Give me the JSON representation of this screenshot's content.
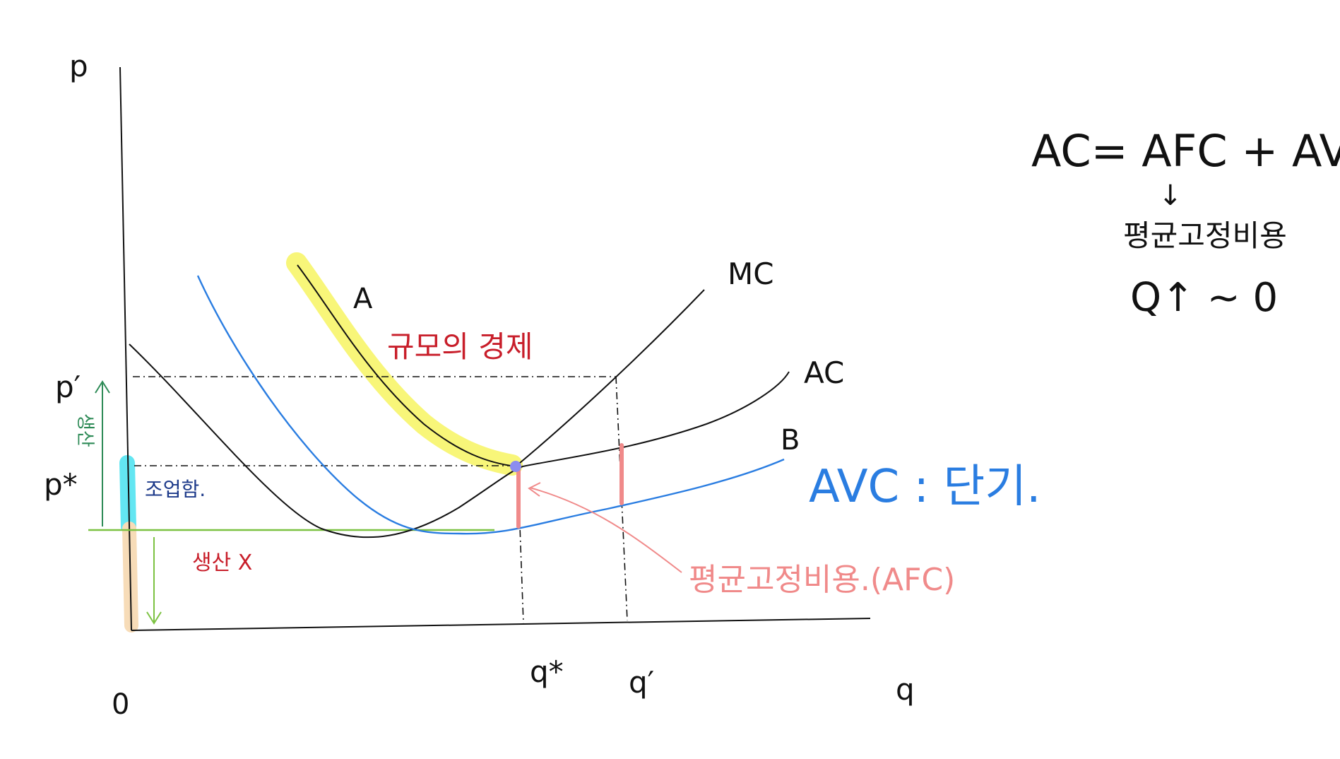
{
  "axes": {
    "y_label": "p",
    "x_label": "q",
    "origin": "0",
    "price_high": "p′",
    "price_star": "p*",
    "qty_star": "q*",
    "qty_high": "q′"
  },
  "curves": {
    "mc": "MC",
    "ac": "AC",
    "avc_point": "B",
    "ac_point": "A"
  },
  "annotations": {
    "economies_of_scale": "규모의 경제",
    "avc_note": "AVC : 단기.",
    "produce": "생산",
    "operate": "조업함.",
    "no_produce": "생산 X",
    "afc_note": "평균고정비용.(AFC)"
  },
  "formula": {
    "equation": "AC= AFC + AVC",
    "arrow": "↓",
    "afc_korean": "평균고정비용",
    "limit": "Q↑ ~ 0"
  },
  "colors": {
    "axis": "#111111",
    "avc": "#2a7de1",
    "highlight_yellow": "#f7f56a",
    "red_text": "#c81e2a",
    "pink": "#f08a8a",
    "green": "#7cc242",
    "dark_green": "#2e8b57",
    "cyan": "#63e6f2",
    "beige": "#f7dcb8",
    "navy": "#1d3a8a",
    "dot": "#8c8cf0"
  }
}
